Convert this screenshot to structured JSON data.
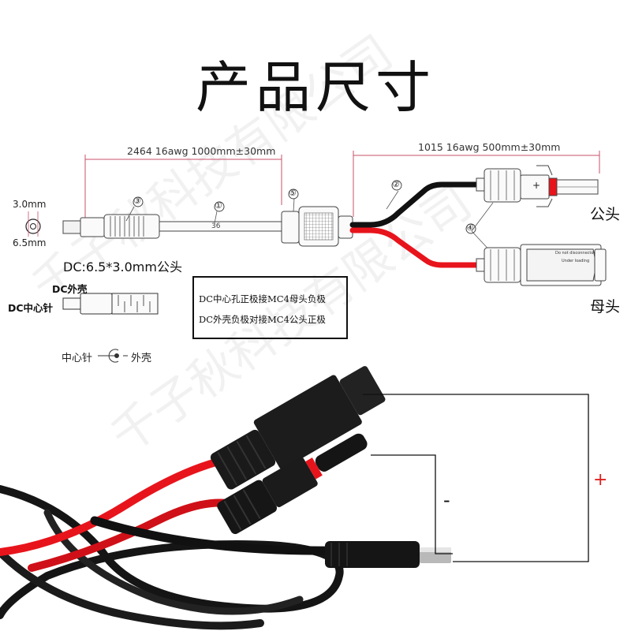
{
  "title": "产品尺寸",
  "watermark": "千子秋科技有限公司",
  "dimensions": {
    "left_cable": "2464 16awg 1000mm±30mm",
    "right_cable": "1015 16awg 500mm±30mm"
  },
  "callouts": [
    "①",
    "②",
    "③",
    "④",
    "⑤"
  ],
  "dc_plug": {
    "inner_diameter": "3.0mm",
    "outer_diameter": "6.5mm",
    "spec": "DC:6.5*3.0mm公头",
    "shell_label": "DC外壳",
    "pin_label": "DC中心针",
    "legend_center": "中心针",
    "legend_shell": "外壳"
  },
  "cable_print": "36",
  "connectors": {
    "male": "公头",
    "female": "母头",
    "male_mark": "+",
    "female_text_1": "Do not disconnector",
    "female_text_2": "Under loading"
  },
  "note": {
    "line1": "DC中心孔正极接MC4母头负极",
    "line2": "DC外壳负极对接MC4公头正极"
  },
  "signs": {
    "plus": "+",
    "minus": "-"
  },
  "colors": {
    "red_wire": "#e8141c",
    "black_wire": "#111111",
    "dim_line": "#c8506a",
    "plus_sign": "#e0201f"
  }
}
